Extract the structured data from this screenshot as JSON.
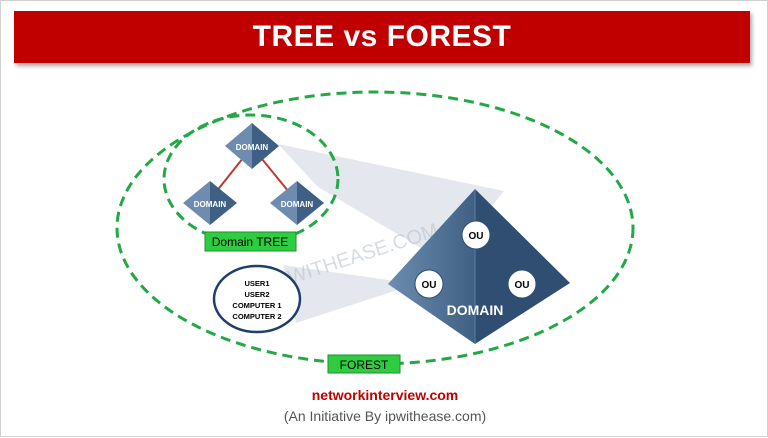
{
  "title": "TREE vs FOREST",
  "tree": {
    "top_domain": "DOMAIN",
    "left_domain": "DOMAIN",
    "right_domain": "DOMAIN",
    "label": "Domain TREE"
  },
  "objects": [
    "USER1",
    "USER2",
    "COMPUTER 1",
    "COMPUTER 2"
  ],
  "big_domain": {
    "label": "DOMAIN",
    "ou_top": "OU",
    "ou_left": "OU",
    "ou_right": "OU"
  },
  "forest_label": "FOREST",
  "watermark": "IPWITHEASE.COM",
  "footer": {
    "site": "networkinterview.com",
    "tagline": "(An Initiative By ipwithease.com)"
  },
  "colors": {
    "title_bar": "#c00000",
    "dashed_ellipse": "#22a844",
    "label_box": "#2ecc40",
    "pyramid": "#4e6f93",
    "connector": "#c0392b"
  }
}
